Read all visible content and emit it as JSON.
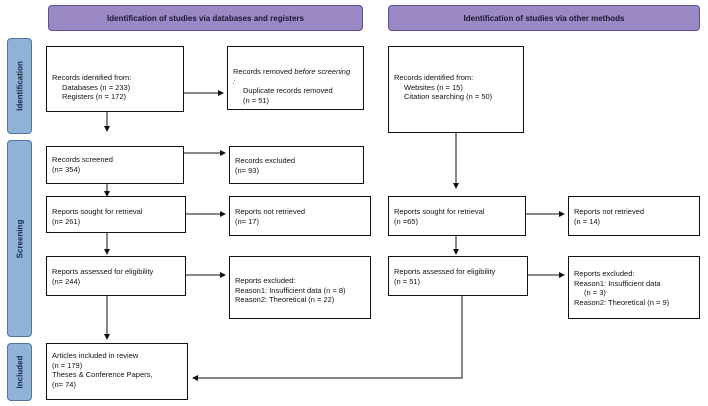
{
  "headers": {
    "databases": "Identification of studies via databases and registers",
    "other": "Identification of studies via other methods"
  },
  "sections": {
    "identification": "Identification",
    "screening": "Screening",
    "included": "Included"
  },
  "left": {
    "identified": {
      "title": "Records identified from:",
      "databases": "Databases (n = 233)",
      "registers": "Registers (n = 172)"
    },
    "removed": {
      "title_pre": "Records removed ",
      "title_em": "before screening",
      "title_post": ":",
      "duplicates": "Duplicate records removed",
      "count": "(n = 51)"
    },
    "screened": {
      "title": "Records screened",
      "count": "(n= 354)"
    },
    "excluded": {
      "title": "Records excluded",
      "count": "(n= 93)"
    },
    "sought": {
      "title": "Reports sought for retrieval",
      "count": "(n= 261)"
    },
    "not_retrieved": {
      "title": "Reports not retrieved",
      "count": "(n= 17)"
    },
    "assessed": {
      "title": "Reports assessed for eligibility",
      "count": "(n= 244)"
    },
    "reports_excluded": {
      "title": "Reports excluded:",
      "reason1": "Reason1: Insufficient data (n = 8)",
      "reason2": "Reason2: Theoretical (n = 22)"
    },
    "included": {
      "title": "Articles included in review",
      "count": "(n = 179)",
      "theses": "Theses & Conference Papers,",
      "theses_count": "(n= 74)"
    }
  },
  "right": {
    "identified": {
      "title": "Records identified from:",
      "websites": "Websites (n = 15)",
      "citation": "Citation searching (n = 50)"
    },
    "sought": {
      "title": "Reports sought for retrieval",
      "count": "(n =65)"
    },
    "not_retrieved": {
      "title": "Reports not retrieved",
      "count": "(n = 14)"
    },
    "assessed": {
      "title": "Reports assessed for eligibility",
      "count": "(n = 51)"
    },
    "reports_excluded": {
      "title": "Reports excluded:",
      "reason1": "Reason1: Insufficient data",
      "reason1_count": "(n = 3)",
      "reason2": "Reason2: Theoretical (n = 9)"
    }
  }
}
